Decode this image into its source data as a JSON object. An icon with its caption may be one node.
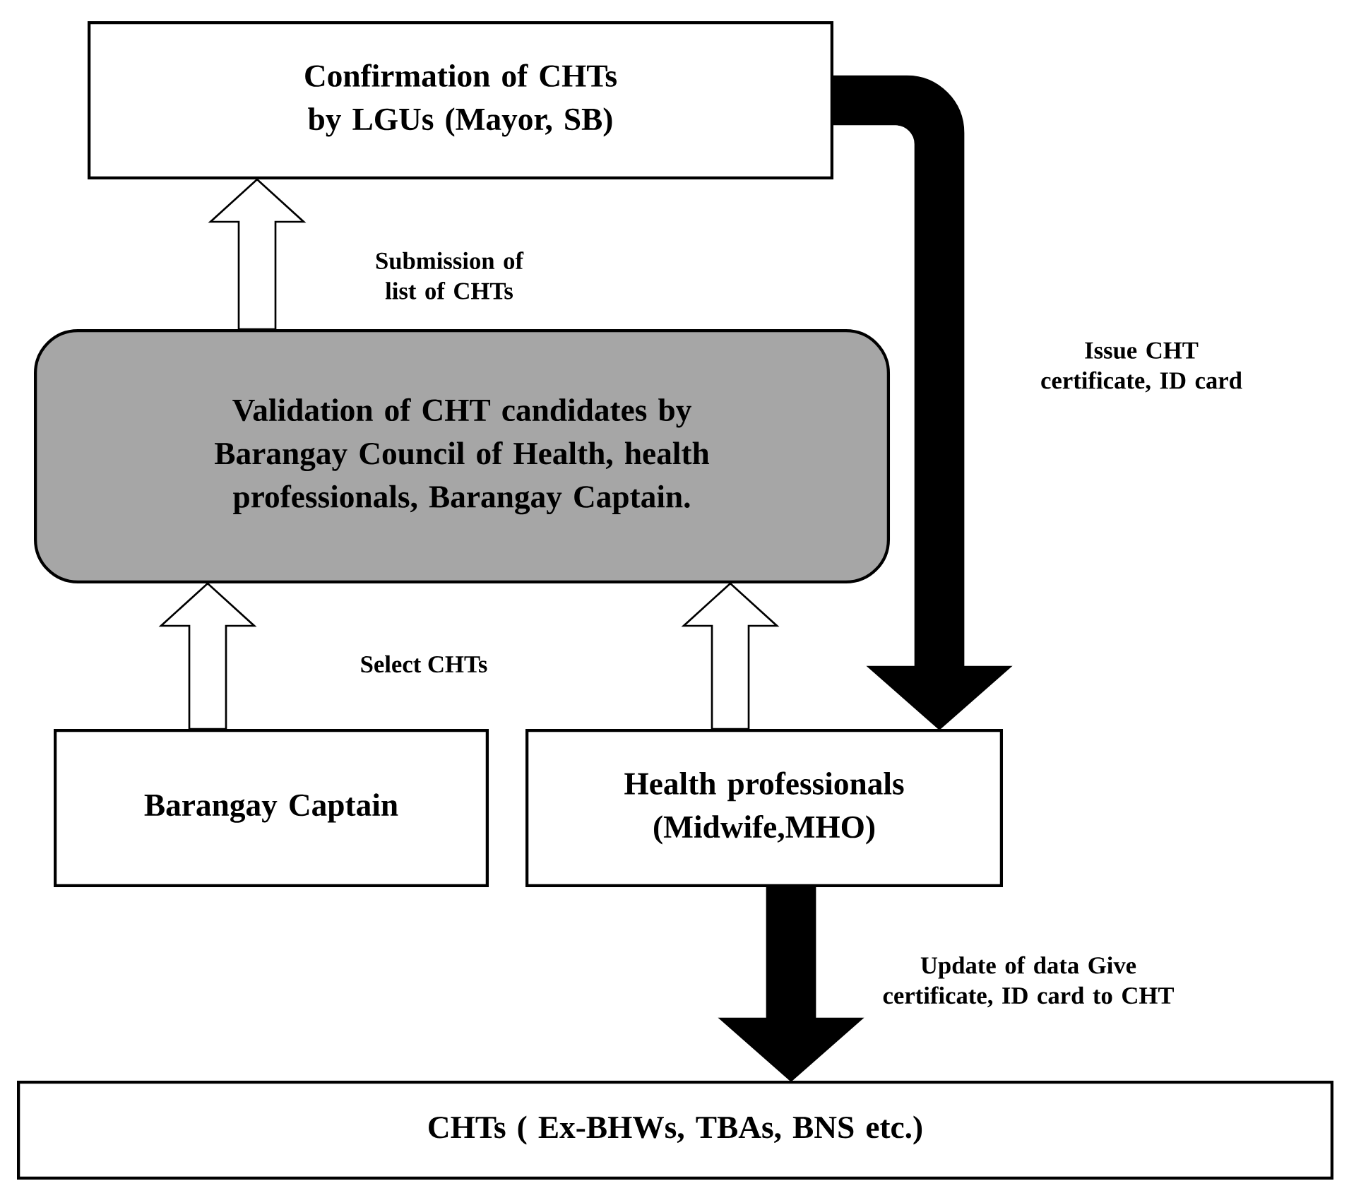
{
  "diagram": {
    "nodes": [
      {
        "text": [
          "Confirmation of CHTs by LGUs (Mayor, SB)"
        ]
      },
      {
        "text": [
          "Validation of CHT candidates by Barangay Council of Health, health professionals, Barangay Captain."
        ]
      },
      {
        "text": [
          "Barangay Captain"
        ]
      },
      {
        "text": [
          "Health professionals (Midwife,MHO)"
        ]
      },
      {
        "text": [
          "CHTs ( Ex-BHWs, TBAs, BNS etc.)"
        ]
      }
    ],
    "edges": [
      {
        "from": 1,
        "to": 0,
        "arrow": "to",
        "label": "Submission of list of CHTs"
      },
      {
        "from": 2,
        "to": 1,
        "arrow": "to"
      },
      {
        "from": 3,
        "to": 1,
        "arrow": "to"
      },
      {
        "from": 0,
        "to": 3,
        "arrow": "to",
        "style": "thick",
        "label": "Issue CHT certificate, ID card"
      },
      {
        "from": 3,
        "to": 4,
        "arrow": "to",
        "style": "thick",
        "label": "Update of data Give certificate, ID card to CHT"
      }
    ],
    "labels": [
      "Select CHTs"
    ]
  }
}
